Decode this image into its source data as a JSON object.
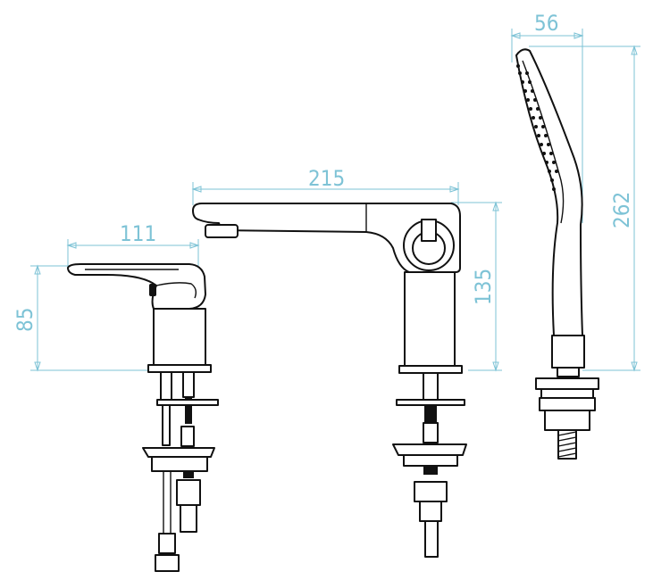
{
  "dimensions": {
    "width_mixer": "111",
    "height_mixer": "85",
    "width_spout": "215",
    "height_spout": "135",
    "width_handshower": "56",
    "height_handshower": "262"
  },
  "colors": {
    "dimension_line": "#7ec3d6",
    "outline": "#111111",
    "background": "#ffffff"
  }
}
